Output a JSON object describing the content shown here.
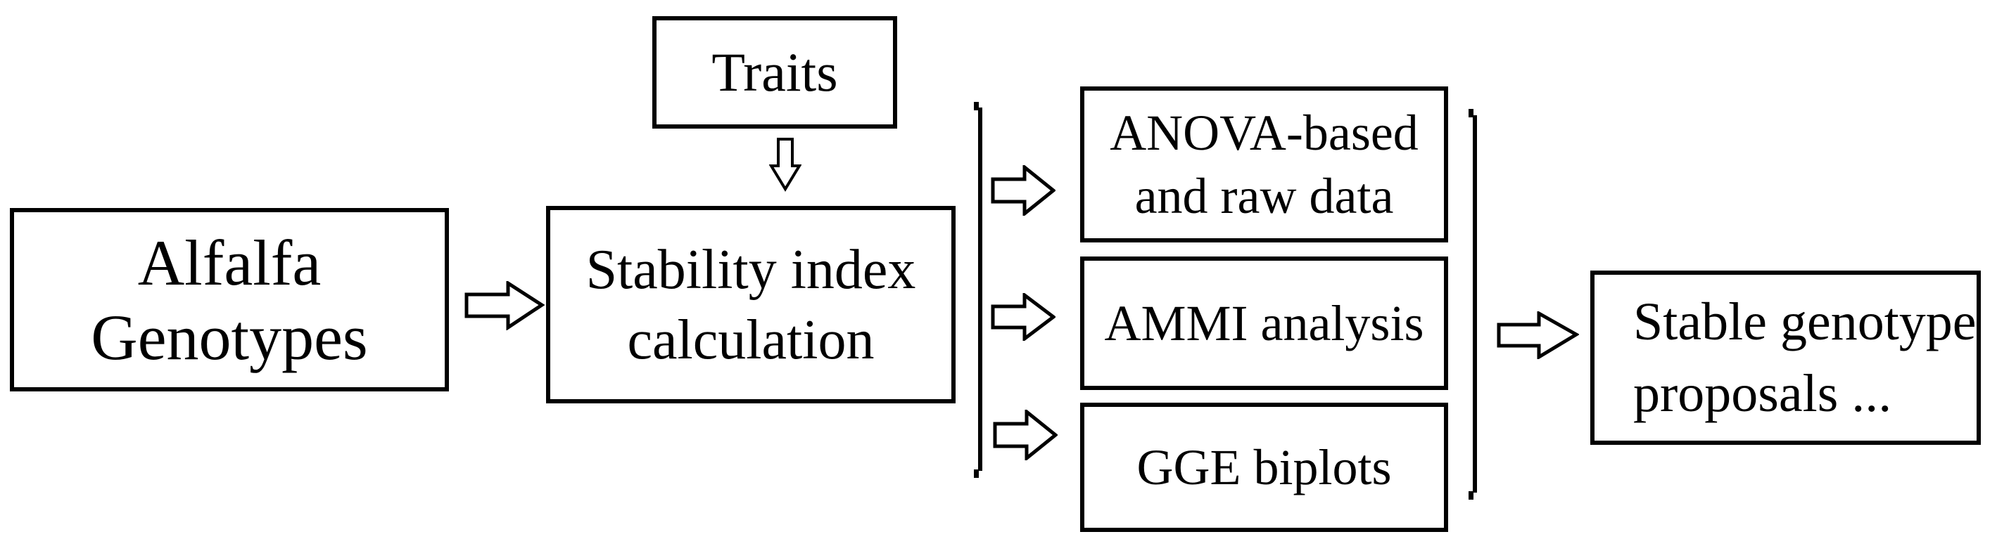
{
  "diagram": {
    "description": "Flowchart of alfalfa genotype stability analysis workflow",
    "colors": {
      "background": "#ffffff",
      "border": "#000000",
      "text": "#000000"
    },
    "nodes": {
      "alfalfa": {
        "line1": "Alfalfa",
        "line2": "Genotypes"
      },
      "traits": {
        "label": "Traits"
      },
      "stability": {
        "line1": "Stability index",
        "line2": "calculation"
      },
      "anova": {
        "line1": "ANOVA-based",
        "line2": "and raw data"
      },
      "ammi": {
        "label": "AMMI analysis"
      },
      "gge": {
        "label": "GGE biplots"
      },
      "stable": {
        "line1": "Stable genotype",
        "line2": "proposals ..."
      }
    },
    "connectors": {
      "alfalfa_to_stability": "hollow right arrow",
      "traits_to_stability": "hollow down arrow",
      "stability_to_anova": "hollow right arrow",
      "stability_to_ammi": "hollow right arrow",
      "stability_to_gge": "hollow right arrow",
      "group_to_stable": "hollow right arrow",
      "method_group": "tall parentheses enclosing the three method boxes"
    }
  }
}
